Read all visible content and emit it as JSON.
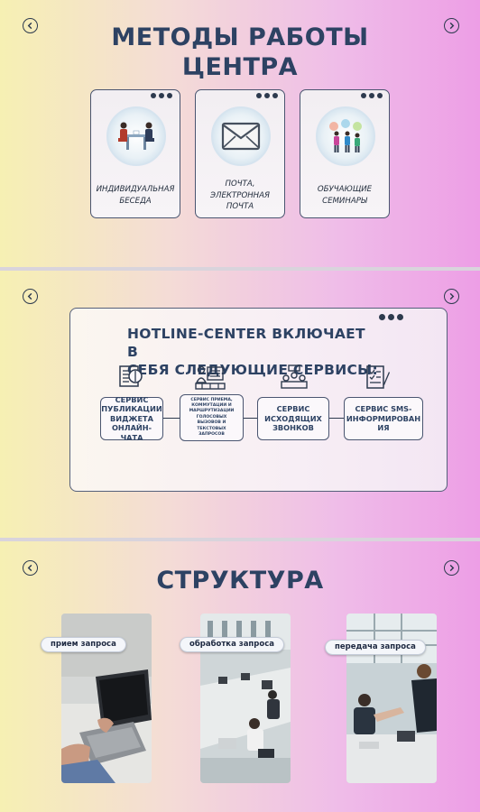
{
  "slide1": {
    "title_line1": "МЕТОДЫ РАБОТЫ",
    "title_line2": "ЦЕНТРА",
    "cards": [
      {
        "icon": "meeting-icon",
        "label_lines": [
          "ИНДИВИДУАЛЬНАЯ",
          "БЕСЕДА"
        ]
      },
      {
        "icon": "envelope-icon",
        "label_lines": [
          "ПОЧТА,",
          "ЭЛЕКТРОННАЯ",
          "ПОЧТА"
        ]
      },
      {
        "icon": "seminar-icon",
        "label_lines": [
          "ОБУЧАЮЩИЕ",
          "СЕМИНАРЫ"
        ]
      }
    ]
  },
  "slide2": {
    "title_line1": "HOTLINE-CENTER ВКЛЮЧАЕТ В",
    "title_line2": "СЕБЯ СЛЕДУЮЩИЕ СЕРВИСЫ:",
    "services": [
      {
        "icon": "chat-widget-icon",
        "lines": [
          "СЕРВИС",
          "ПУБЛИКАЦИИ",
          "ВИДЖЕТА",
          "ОНЛАЙН-ЧАТА"
        ]
      },
      {
        "icon": "routing-icon",
        "lines": [
          "СЕРВИС ПРИЕМА,",
          "КОММУТАЦИИ И",
          "МАРШРУТИЗАЦИИ",
          "ГОЛОСОВЫХ",
          "ВЫЗОВОВ И",
          "ТЕКСТОВЫХ",
          "ЗАПРОСОВ"
        ]
      },
      {
        "icon": "outgoing-calls-icon",
        "lines": [
          "СЕРВИС",
          "ИСХОДЯЩИХ",
          "ЗВОНКОВ"
        ]
      },
      {
        "icon": "sms-icon",
        "lines": [
          "СЕРВИС SMS-",
          "ИНФОРМИРОВАН",
          "ИЯ"
        ]
      }
    ]
  },
  "slide3": {
    "title": "СТРУКТУРА",
    "stages": [
      {
        "label": "прием запроса"
      },
      {
        "label": "обработка запроса"
      },
      {
        "label": "передача запроса"
      }
    ]
  }
}
